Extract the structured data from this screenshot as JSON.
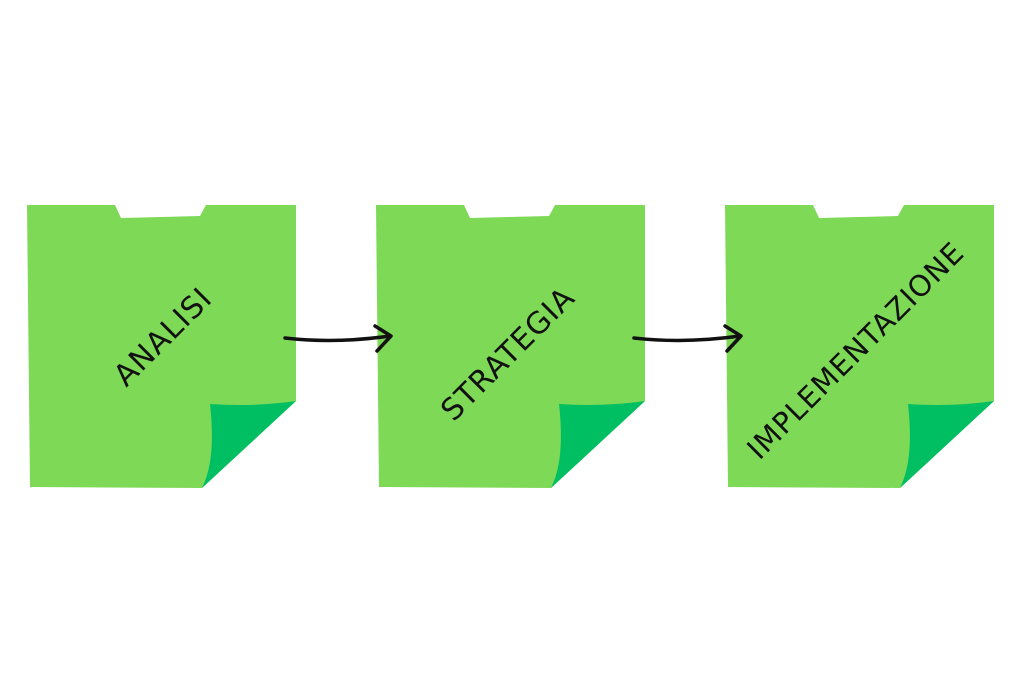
{
  "diagram": {
    "steps": [
      {
        "label": "ANALISI"
      },
      {
        "label": "STRATEGIA"
      },
      {
        "label": "IMPLEMENTAZIONE"
      }
    ],
    "colors": {
      "note": "#7ED957",
      "fold": "#00BF63",
      "text": "#111111",
      "arrow": "#111111",
      "background": "#FFFFFF"
    }
  }
}
